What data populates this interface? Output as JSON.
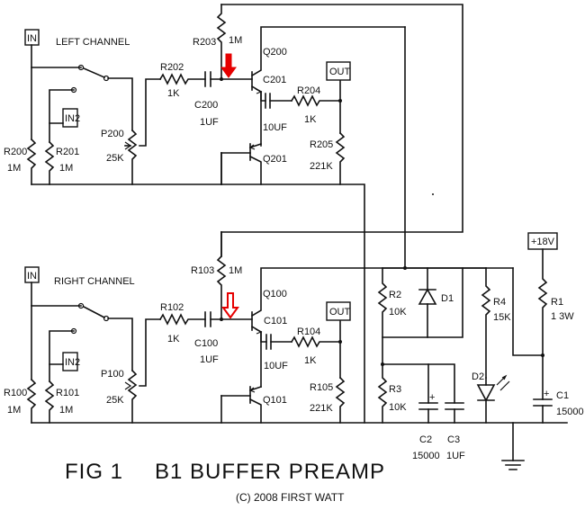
{
  "figure": {
    "title_fig": "FIG 1",
    "title_main": "B1 BUFFER PREAMP",
    "copyright": "(C) 2008 FIRST WATT"
  },
  "left_channel": {
    "heading": "LEFT CHANNEL",
    "in_label": "IN",
    "in2_label": "IN2",
    "out_label": "OUT",
    "r200": "R200",
    "r200_val": "1M",
    "r201": "R201",
    "r201_val": "1M",
    "p200": "P200",
    "p200_val": "25K",
    "r202": "R202",
    "r202_val": "1K",
    "c200": "C200",
    "c200_val": "1UF",
    "r203": "R203",
    "r203_val": "1M",
    "q200": "Q200",
    "c201": "C201",
    "c201_val": "10UF",
    "r204": "R204",
    "r204_val": "1K",
    "r205": "R205",
    "r205_val": "221K",
    "q201": "Q201"
  },
  "right_channel": {
    "heading": "RIGHT CHANNEL",
    "in_label": "IN",
    "in2_label": "IN2",
    "out_label": "OUT",
    "r100": "R100",
    "r100_val": "1M",
    "r101": "R101",
    "r101_val": "1M",
    "p100": "P100",
    "p100_val": "25K",
    "r102": "R102",
    "r102_val": "1K",
    "c100": "C100",
    "c100_val": "1UF",
    "r103": "R103",
    "r103_val": "1M",
    "q100": "Q100",
    "c101": "C101",
    "c101_val": "10UF",
    "r104": "R104",
    "r104_val": "1K",
    "r105": "R105",
    "r105_val": "221K",
    "q101": "Q101"
  },
  "power": {
    "supply_label": "+18V",
    "r1": "R1",
    "r1_val": "1 3W",
    "r2": "R2",
    "r2_val": "10K",
    "r3": "R3",
    "r3_val": "10K",
    "r4": "R4",
    "r4_val": "15K",
    "d1": "D1",
    "d2": "D2",
    "c1": "C1",
    "c1_val": "15000",
    "c2": "C2",
    "c2_val": "15000",
    "c3": "C3",
    "c3_val": "1UF"
  },
  "colors": {
    "ink": "#111111",
    "marker": "#e60000",
    "background": "#ffffff"
  }
}
